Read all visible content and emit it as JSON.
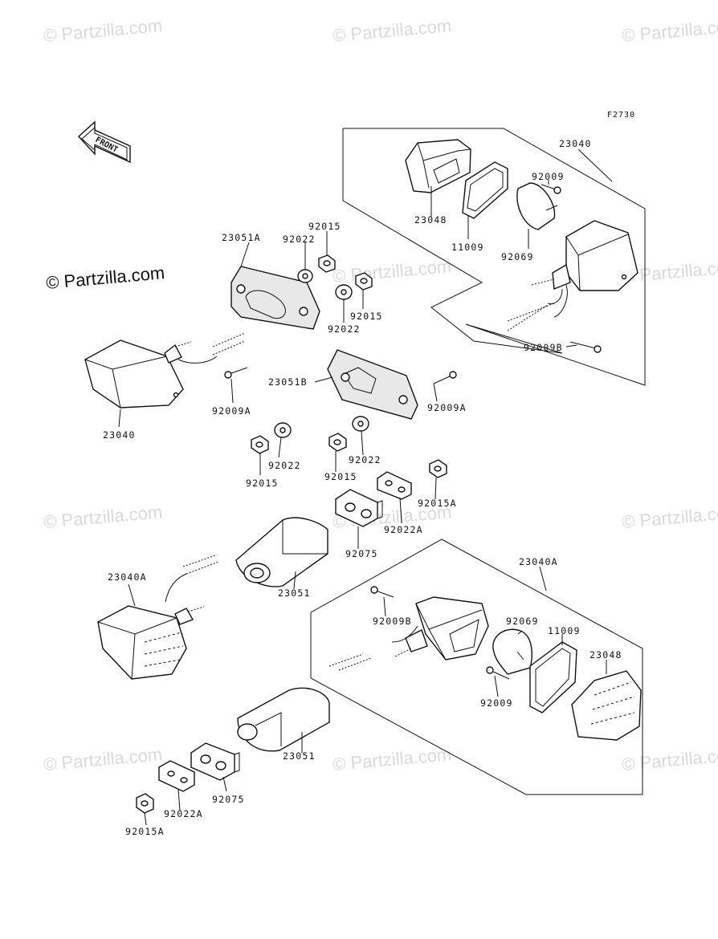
{
  "diagram": {
    "code": "F2730",
    "front_label": "FRONT",
    "copyright_main": "© Partzilla.com",
    "watermark": "© Partzilla.com",
    "parts": [
      {
        "id": "p_23040_top",
        "label": "23040"
      },
      {
        "id": "p_23048_top",
        "label": "23048"
      },
      {
        "id": "p_11009_top",
        "label": "11009"
      },
      {
        "id": "p_92009_top",
        "label": "92009"
      },
      {
        "id": "p_92069_top",
        "label": "92069"
      },
      {
        "id": "p_92009B_top",
        "label": "92009B"
      },
      {
        "id": "p_23051A",
        "label": "23051A"
      },
      {
        "id": "p_92022_a",
        "label": "92022"
      },
      {
        "id": "p_92015_a",
        "label": "92015"
      },
      {
        "id": "p_92015_b",
        "label": "92015"
      },
      {
        "id": "p_92022_b",
        "label": "92022"
      },
      {
        "id": "p_23040_left",
        "label": "23040"
      },
      {
        "id": "p_92009A_left",
        "label": "92009A"
      },
      {
        "id": "p_23051B",
        "label": "23051B"
      },
      {
        "id": "p_92009A_right",
        "label": "92009A"
      },
      {
        "id": "p_92022_c",
        "label": "92022"
      },
      {
        "id": "p_92015_c",
        "label": "92015"
      },
      {
        "id": "p_92015_d",
        "label": "92015"
      },
      {
        "id": "p_92022_d",
        "label": "92022"
      },
      {
        "id": "p_92015A_top",
        "label": "92015A"
      },
      {
        "id": "p_92022A_top",
        "label": "92022A"
      },
      {
        "id": "p_92075_top",
        "label": "92075"
      },
      {
        "id": "p_23040A_left",
        "label": "23040A"
      },
      {
        "id": "p_23051_top",
        "label": "23051"
      },
      {
        "id": "p_23040A_box",
        "label": "23040A"
      },
      {
        "id": "p_92009B_bottom",
        "label": "92009B"
      },
      {
        "id": "p_92069_bottom",
        "label": "92069"
      },
      {
        "id": "p_11009_bottom",
        "label": "11009"
      },
      {
        "id": "p_23048_bottom",
        "label": "23048"
      },
      {
        "id": "p_92009_bottom",
        "label": "92009"
      },
      {
        "id": "p_23051_bottom",
        "label": "23051"
      },
      {
        "id": "p_92075_bottom",
        "label": "92075"
      },
      {
        "id": "p_92022A_bottom",
        "label": "92022A"
      },
      {
        "id": "p_92015A_bottom",
        "label": "92015A"
      }
    ]
  }
}
